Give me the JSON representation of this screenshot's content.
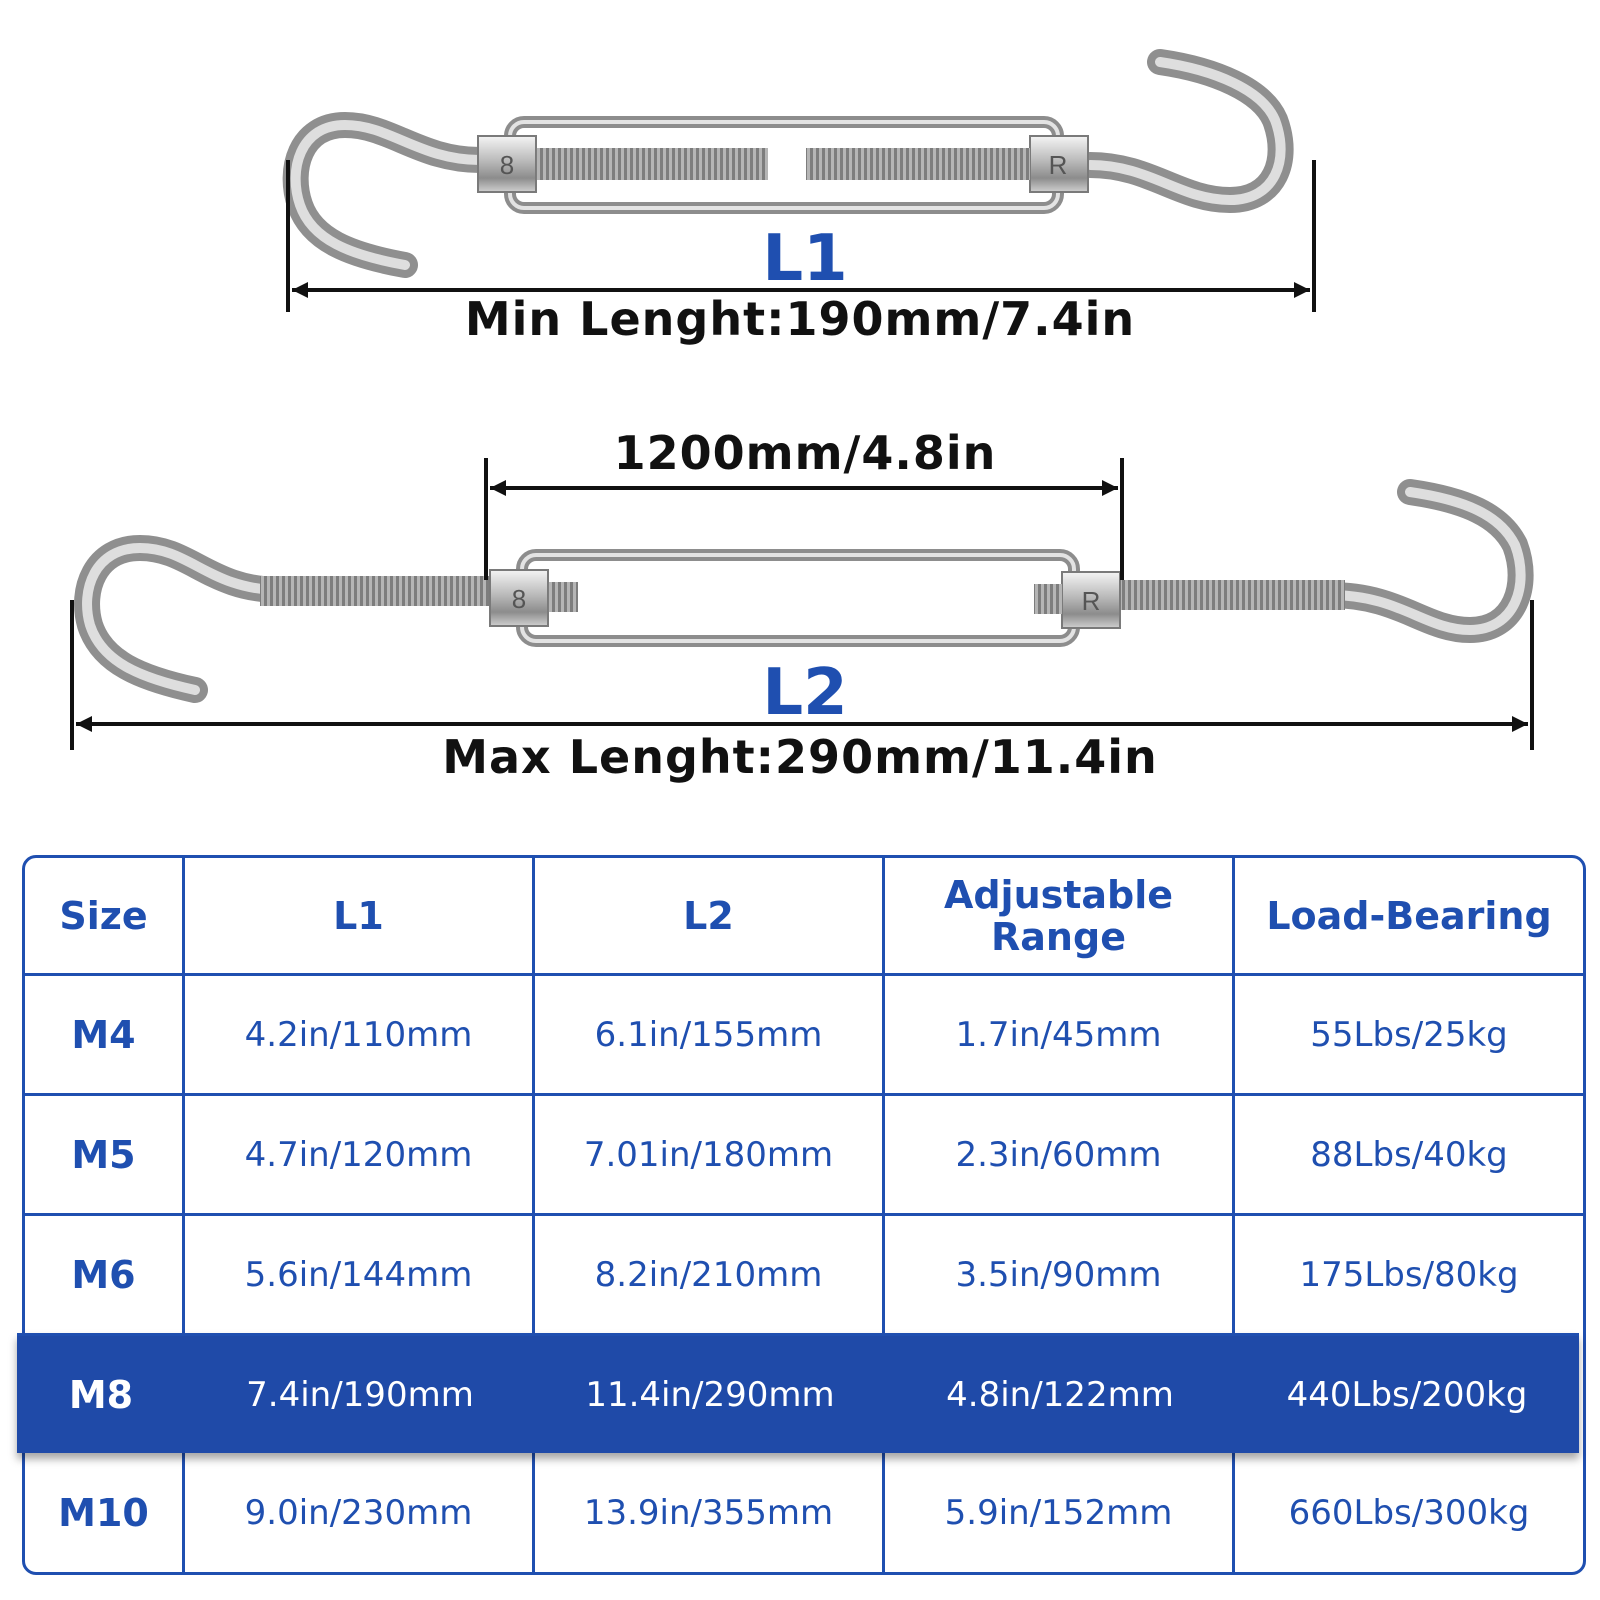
{
  "diagram_top": {
    "label": "L1",
    "caption": "Min Lenght:190mm/7.4in"
  },
  "diagram_bottom": {
    "label": "L2",
    "caption": "Max Lenght:290mm/11.4in",
    "body_caption": "1200mm/4.8in"
  },
  "body_marks": {
    "left": "8",
    "right": "R"
  },
  "colors": {
    "accent": "#1f4fb0",
    "highlight_row": "#1f4aa8",
    "text_dark": "#111111"
  },
  "table": {
    "headers": [
      "Size",
      "L1",
      "L2",
      "Adjustable Range",
      "Load-Bearing"
    ],
    "rows": [
      [
        "M4",
        "4.2in/110mm",
        "6.1in/155mm",
        "1.7in/45mm",
        "55Lbs/25kg"
      ],
      [
        "M5",
        "4.7in/120mm",
        "7.01in/180mm",
        "2.3in/60mm",
        "88Lbs/40kg"
      ],
      [
        "M6",
        "5.6in/144mm",
        "8.2in/210mm",
        "3.5in/90mm",
        "175Lbs/80kg"
      ],
      [
        "M8",
        "7.4in/190mm",
        "11.4in/290mm",
        "4.8in/122mm",
        "440Lbs/200kg"
      ],
      [
        "M10",
        "9.0in/230mm",
        "13.9in/355mm",
        "5.9in/152mm",
        "660Lbs/300kg"
      ]
    ],
    "highlighted_row": "M8"
  }
}
